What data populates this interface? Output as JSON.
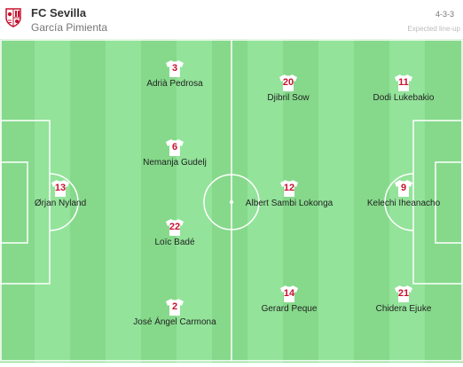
{
  "header": {
    "team": "FC Sevilla",
    "coach": "García Pimienta",
    "formation": "4-3-3",
    "note": "Expected line-up",
    "crest": "sevilla-crest-icon"
  },
  "colors": {
    "pitch_dark": "#86d98b",
    "pitch_light": "#93e39a",
    "lines": "#ffffff",
    "shirt": "#ffffff",
    "number": "#c8102e"
  },
  "players": [
    {
      "number": "3",
      "name": "Adrià Pedrosa"
    },
    {
      "number": "20",
      "name": "Djibril Sow"
    },
    {
      "number": "11",
      "name": "Dodi Lukebakio"
    },
    {
      "number": "6",
      "name": "Nemanja Gudelj"
    },
    {
      "number": "13",
      "name": "Ørjan Nyland"
    },
    {
      "number": "12",
      "name": "Albert Sambi Lokonga"
    },
    {
      "number": "9",
      "name": "Kelechi Iheanacho"
    },
    {
      "number": "22",
      "name": "Loïc Badé"
    },
    {
      "number": "2",
      "name": "José Ángel Carmona"
    },
    {
      "number": "14",
      "name": "Gerard Peque"
    },
    {
      "number": "21",
      "name": "Chidera Ejuke"
    }
  ]
}
